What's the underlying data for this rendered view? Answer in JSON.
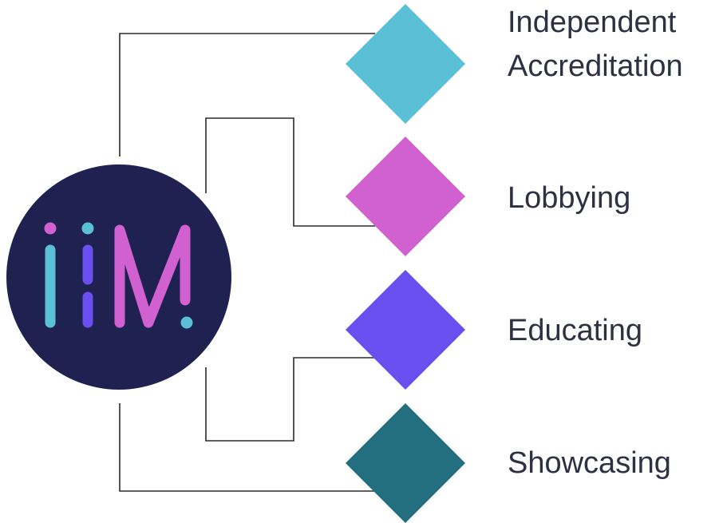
{
  "logo": {
    "text": "iiM",
    "background_color": "#1f2150",
    "letter_colors": [
      "#5bc0d6",
      "#6a4ff0",
      "#d160d0"
    ]
  },
  "items": [
    {
      "label_lines": [
        "Independent",
        "Accreditation"
      ],
      "color": "#5bc0d6"
    },
    {
      "label_lines": [
        "Lobbying"
      ],
      "color": "#d160d0"
    },
    {
      "label_lines": [
        "Educating"
      ],
      "color": "#6a4ff0"
    },
    {
      "label_lines": [
        "Showcasing"
      ],
      "color": "#236f80"
    }
  ]
}
